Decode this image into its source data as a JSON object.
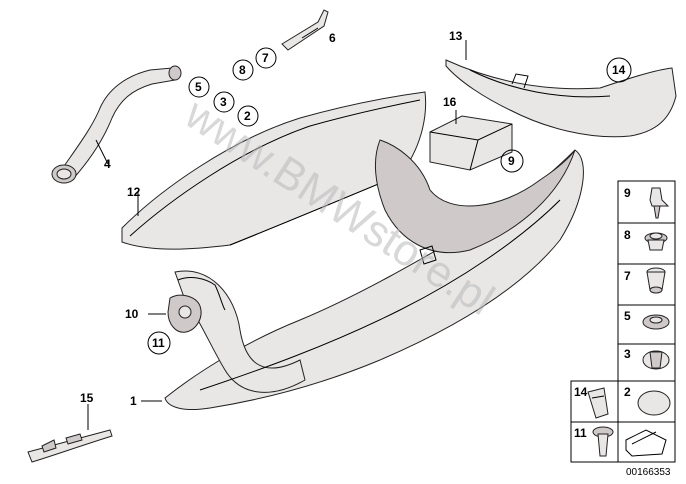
{
  "diagram": {
    "callouts": [
      "1",
      "2",
      "3",
      "4",
      "5",
      "6",
      "7",
      "8",
      "9",
      "10",
      "11",
      "12",
      "13",
      "14",
      "15",
      "16"
    ],
    "side_panel_labels": [
      "9",
      "8",
      "7",
      "5",
      "3",
      "2",
      "14",
      "11"
    ],
    "watermark": "www.BMWstore.pl",
    "image_code": "00166353"
  }
}
